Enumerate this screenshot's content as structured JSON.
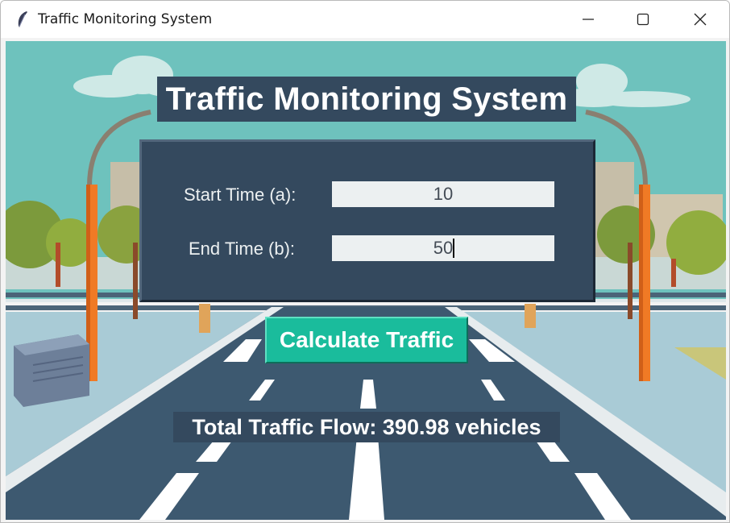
{
  "window": {
    "title": "Traffic Monitoring System",
    "controls": {
      "minimize": "minimize-icon",
      "maximize": "maximize-icon",
      "close": "close-icon"
    }
  },
  "app": {
    "heading": "Traffic Monitoring System",
    "form": {
      "start_label": "Start Time (a):",
      "start_value": "10",
      "end_label": "End Time (b):",
      "end_value": "50"
    },
    "calculate_label": "Calculate Traffic",
    "result_text": "Total Traffic Flow: 390.98 vehicles"
  },
  "colors": {
    "panel": "#34495e",
    "button": "#1abc9c",
    "input_bg": "#ecf0f1",
    "sky": "#6ec2bd"
  }
}
